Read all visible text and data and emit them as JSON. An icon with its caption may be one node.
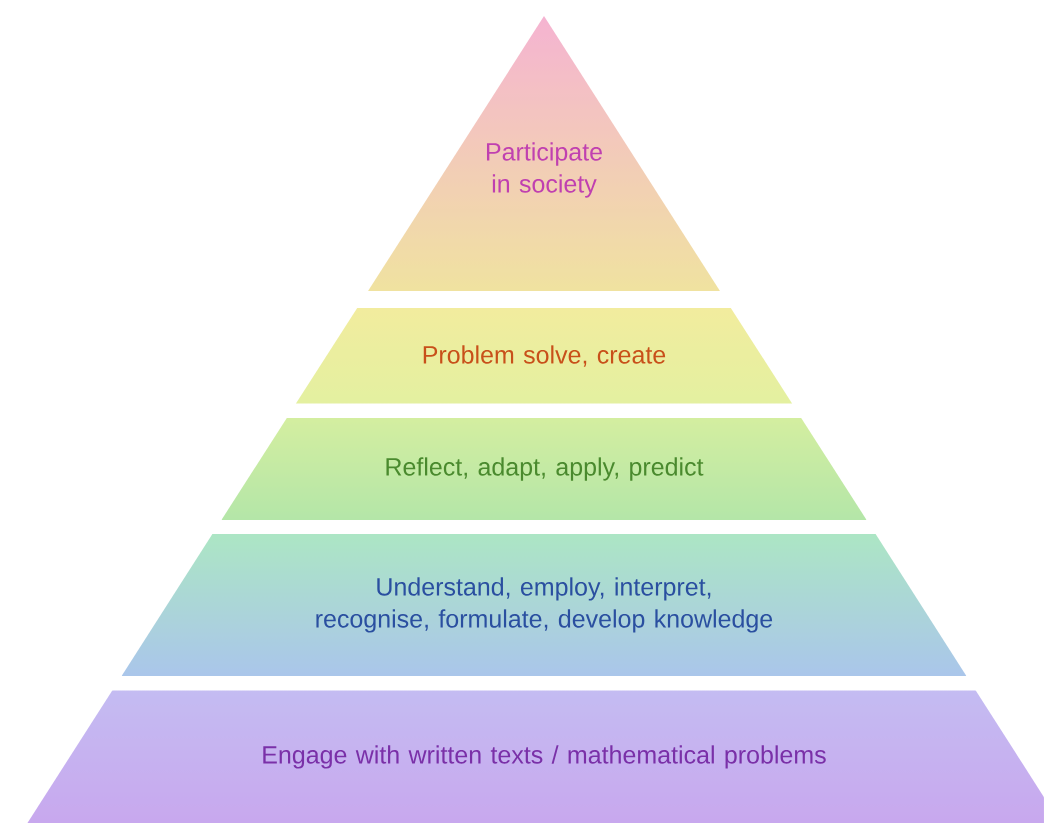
{
  "diagram": {
    "nodes": [
      {
        "text": [
          "Participate in society"
        ]
      },
      {
        "text": [
          "Problem solve, create"
        ]
      },
      {
        "text": [
          "Reflect, adapt, apply, predict"
        ]
      },
      {
        "text": [
          "Understand, employ, interpret, recognise, formulate, develop knowledge"
        ]
      },
      {
        "text": [
          "Engage with written texts / mathematical problems"
        ]
      }
    ]
  }
}
